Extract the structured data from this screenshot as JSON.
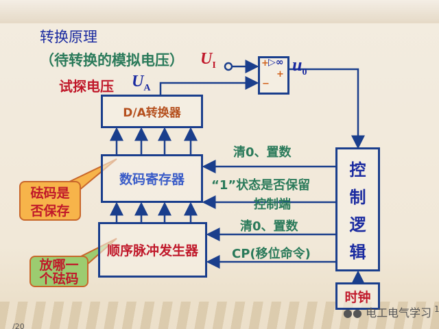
{
  "title": "转换原理",
  "input_label": "（待转换的模拟电压）",
  "input_symbol": {
    "main": "U",
    "sub": "I"
  },
  "output_symbol": {
    "main": "u",
    "sub": "0"
  },
  "probe_label": "试探电压",
  "probe_symbol": {
    "main": "U",
    "sub": "A"
  },
  "comparator": {
    "plus_in": "+",
    "minus_in": "−",
    "gain_symbol": "▷∞",
    "plus_out": "+"
  },
  "blocks": {
    "dac": "D/A转换器",
    "register": "数码寄存器",
    "sequencer": "顺序脉冲发生器",
    "control": [
      "控",
      "制",
      "逻",
      "辑"
    ],
    "clock": "时钟"
  },
  "signals": {
    "reg_clear": "清0、置数",
    "reg_keep": "“1”状态是否保留",
    "reg_keep2": "控制端",
    "seq_clear": "清0、置数",
    "seq_cp": "CP(移位命令)"
  },
  "callouts": {
    "keep": [
      "砝码是",
      "否保存"
    ],
    "which": [
      "放哪一",
      "个砝码"
    ]
  },
  "watermark": "电工电气学习",
  "page_number": "1",
  "footer_left": "/20",
  "colors": {
    "line": "#1a3e8c",
    "title": "#1a2aa0",
    "green": "#2a7a5a",
    "red": "#c0182a"
  }
}
